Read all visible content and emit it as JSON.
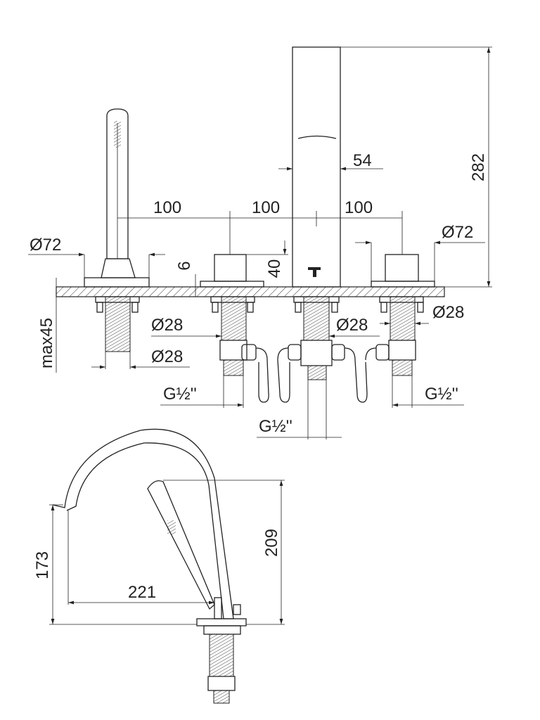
{
  "drawing": {
    "top_view_dims": {
      "height_total": "282",
      "spout_width": "54",
      "spacing_1": "100",
      "spacing_2": "100",
      "spacing_3": "100",
      "diameter_left": "Ø72",
      "diameter_right": "Ø72",
      "plate_thickness": "6",
      "handle_height": "40",
      "max_deck": "max45",
      "stem_d1": "Ø28",
      "stem_d2": "Ø28",
      "stem_d3": "Ø28",
      "stem_d4": "Ø28",
      "thread_left": "G½''",
      "thread_center": "G½''",
      "thread_right": "G½''"
    },
    "side_view_dims": {
      "spout_height": "173",
      "spout_reach": "221",
      "total_height": "209"
    }
  }
}
